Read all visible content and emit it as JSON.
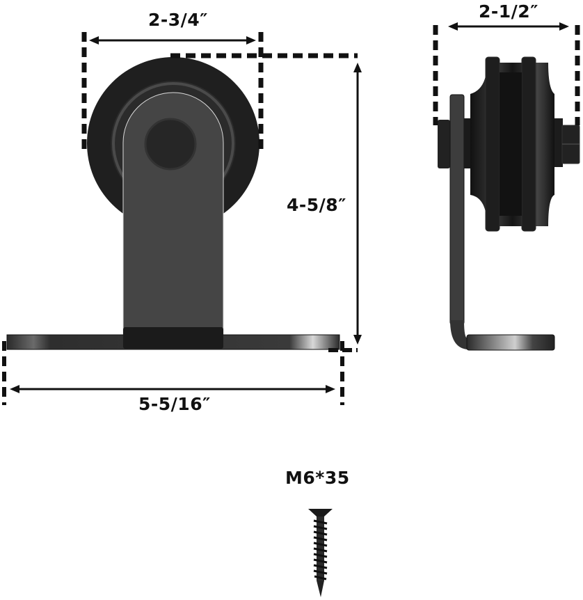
{
  "diagram": {
    "subject": "Barn door top-mount roller hardware dimensions",
    "front_view": {
      "wheel_diameter_label": "2-3/4″",
      "height_label": "4-5/8″",
      "base_width_label": "5-5/16″"
    },
    "side_view": {
      "width_label": "2-1/2″"
    },
    "screw": {
      "label": "M6*35"
    },
    "colors": {
      "background": "#ffffff",
      "dimension_lines": "#111111",
      "hardware_dark": "#1e1e1e",
      "hardware_mid": "#3a3a3a",
      "bracket_face": "#3f3f3f"
    }
  }
}
